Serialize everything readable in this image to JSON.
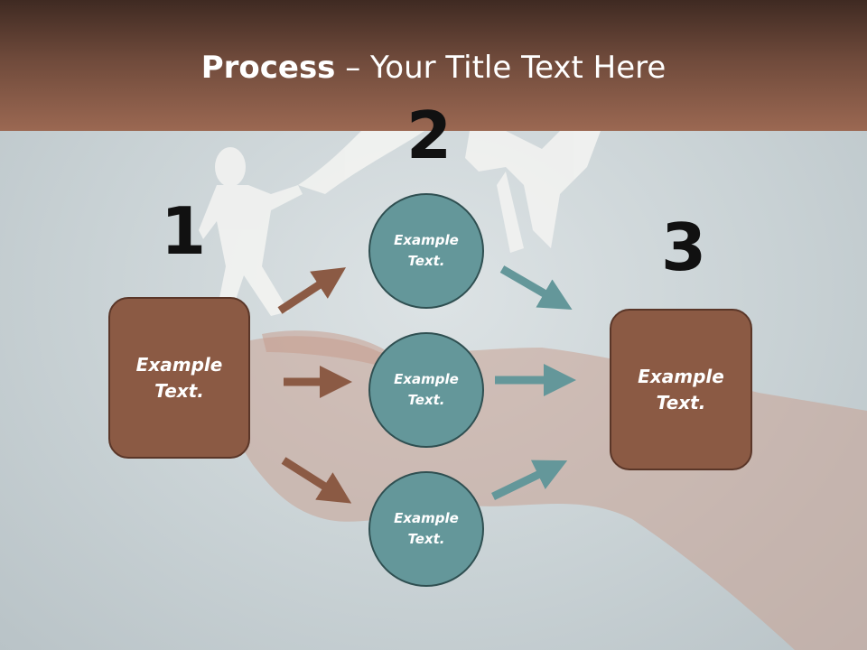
{
  "header": {
    "title_bold": "Process",
    "title_rest": " – Your Title Text Here"
  },
  "numbers": {
    "n1": "1",
    "n2": "2",
    "n3": "3"
  },
  "left_box": {
    "line1": "Example",
    "line2": "Text."
  },
  "right_box": {
    "line1": "Example",
    "line2": "Text."
  },
  "circles": [
    {
      "line1": "Example",
      "line2": "Text."
    },
    {
      "line1": "Example",
      "line2": "Text."
    },
    {
      "line1": "Example",
      "line2": "Text."
    }
  ],
  "colors": {
    "brown": "#8b5a44",
    "teal": "#64979a",
    "arrow_brown": "#8b5a44",
    "arrow_teal": "#64979a"
  }
}
